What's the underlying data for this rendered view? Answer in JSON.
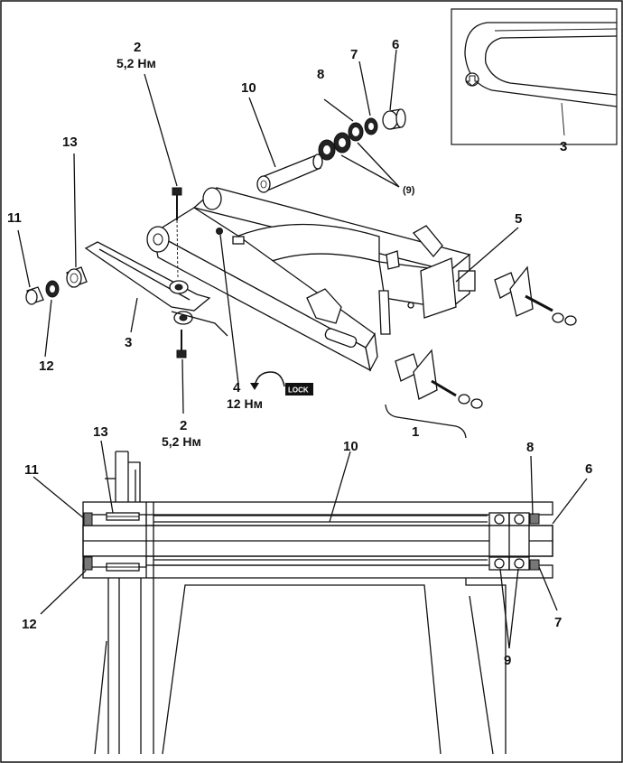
{
  "callouts": {
    "c1": "1",
    "c2_top": "2",
    "c2_bottom": "2",
    "c3_main": "3",
    "c3_inset": "3",
    "c4": "4",
    "c5": "5",
    "c6_top": "6",
    "c6_bottom": "6",
    "c7_top": "7",
    "c7_bottom": "7",
    "c8_top": "8",
    "c8_bottom": "8",
    "c9_top": "(9)",
    "c9_bottom": "9",
    "c10_top": "10",
    "c10_bottom": "10",
    "c11_top": "11",
    "c11_bottom": "11",
    "c12_top": "12",
    "c12_bottom": "12",
    "c13_top": "13",
    "c13_bottom": "13"
  },
  "torques": {
    "t2_top": "5,2 Нм",
    "t2_bottom": "5,2 Нм",
    "t4": "12 Нм"
  },
  "badge": {
    "lock": "LOCK"
  },
  "icons": {
    "lock_arrow": "lock-arrow-icon",
    "inset_arrow": "down-arrow-icon"
  }
}
